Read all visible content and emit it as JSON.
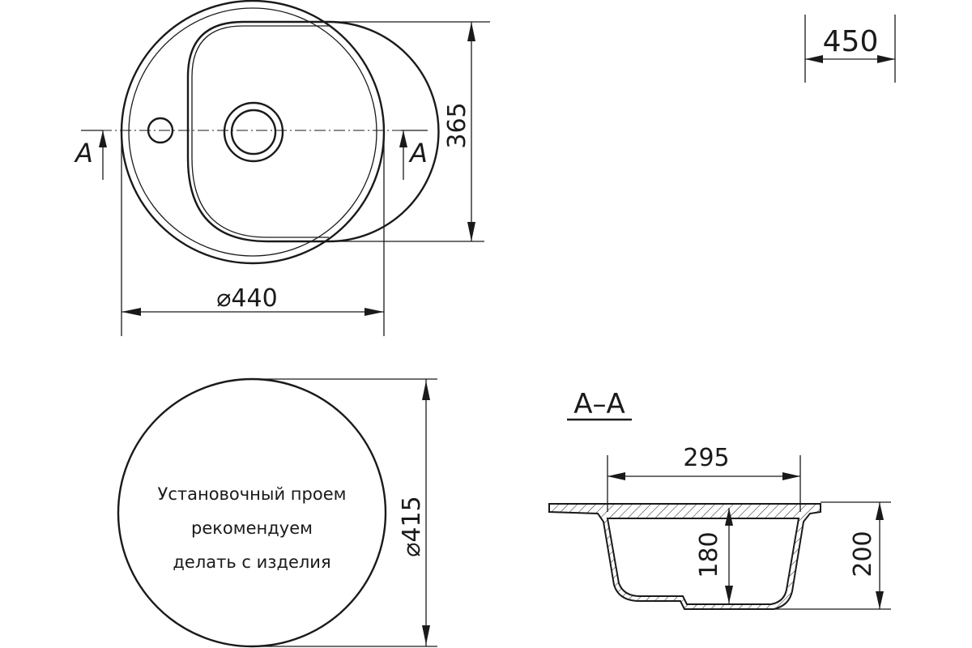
{
  "top_view": {
    "diameter_label": "⌀440",
    "depth_label": "365",
    "section_mark": "A"
  },
  "width_label": "450",
  "cutout_view": {
    "diameter_label": "⌀415",
    "note_lines": [
      "Установочный проем",
      "рекомендуем",
      "делать с изделия"
    ]
  },
  "section_view": {
    "title": "A–A",
    "bowl_width_label": "295",
    "bowl_depth_label": "180",
    "total_height_label": "200"
  }
}
